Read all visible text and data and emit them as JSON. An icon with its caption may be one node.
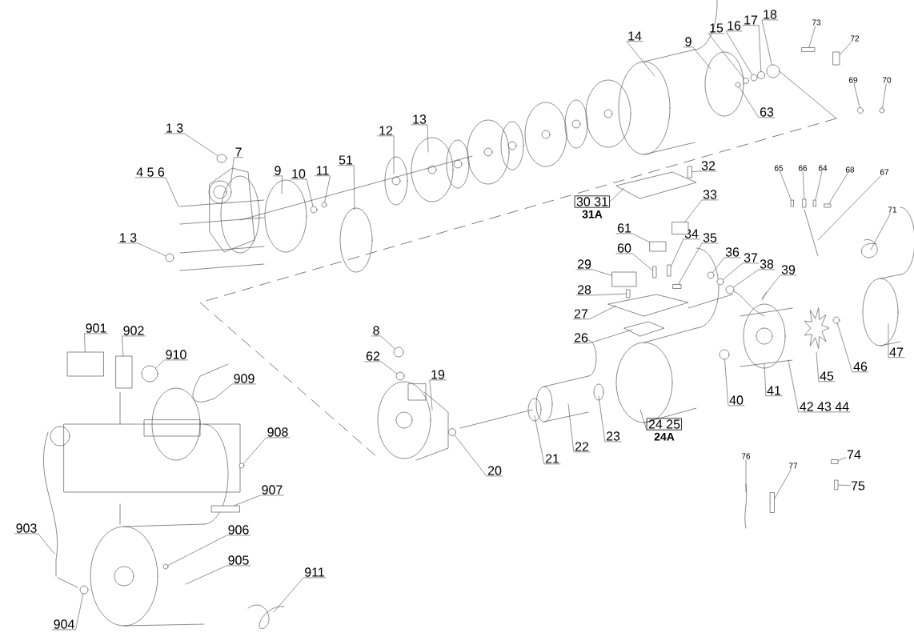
{
  "diagram": {
    "nodes": [
      {
        "text": [
          "1 3"
        ]
      },
      {
        "text": [
          "7"
        ]
      },
      {
        "text": [
          "4 5 6"
        ]
      },
      {
        "text": [
          "9"
        ]
      },
      {
        "text": [
          "10"
        ]
      },
      {
        "text": [
          "11"
        ]
      },
      {
        "text": [
          "51"
        ]
      },
      {
        "text": [
          "12"
        ]
      },
      {
        "text": [
          "13"
        ]
      },
      {
        "text": [
          "1 3"
        ]
      },
      {
        "text": [
          "14"
        ]
      },
      {
        "text": [
          "9"
        ]
      },
      {
        "text": [
          "15"
        ]
      },
      {
        "text": [
          "16"
        ]
      },
      {
        "text": [
          "17"
        ]
      },
      {
        "text": [
          "18"
        ]
      },
      {
        "text": [
          "63"
        ]
      },
      {
        "text": [
          "73"
        ]
      },
      {
        "text": [
          "72"
        ]
      },
      {
        "text": [
          "69"
        ]
      },
      {
        "text": [
          "70"
        ]
      },
      {
        "text": [
          "30 31",
          "31A"
        ]
      },
      {
        "text": [
          "32"
        ]
      },
      {
        "text": [
          "33"
        ]
      },
      {
        "text": [
          "65"
        ]
      },
      {
        "text": [
          "66"
        ]
      },
      {
        "text": [
          "64"
        ]
      },
      {
        "text": [
          "68"
        ]
      },
      {
        "text": [
          "67"
        ]
      },
      {
        "text": [
          "71"
        ]
      },
      {
        "text": [
          "61"
        ]
      },
      {
        "text": [
          "34"
        ]
      },
      {
        "text": [
          "35"
        ]
      },
      {
        "text": [
          "60"
        ]
      },
      {
        "text": [
          "29"
        ]
      },
      {
        "text": [
          "36"
        ]
      },
      {
        "text": [
          "37"
        ]
      },
      {
        "text": [
          "38"
        ]
      },
      {
        "text": [
          "39"
        ]
      },
      {
        "text": [
          "28"
        ]
      },
      {
        "text": [
          "27"
        ]
      },
      {
        "text": [
          "26"
        ]
      },
      {
        "text": [
          "8"
        ]
      },
      {
        "text": [
          "62"
        ]
      },
      {
        "text": [
          "19"
        ]
      },
      {
        "text": [
          "901"
        ]
      },
      {
        "text": [
          "902"
        ]
      },
      {
        "text": [
          "910"
        ]
      },
      {
        "text": [
          "909"
        ]
      },
      {
        "text": [
          "40"
        ]
      },
      {
        "text": [
          "41"
        ]
      },
      {
        "text": [
          "45"
        ]
      },
      {
        "text": [
          "46"
        ]
      },
      {
        "text": [
          "47"
        ]
      },
      {
        "text": [
          "42 43 44"
        ]
      },
      {
        "text": [
          "24 25",
          "24A"
        ]
      },
      {
        "text": [
          "20"
        ]
      },
      {
        "text": [
          "21"
        ]
      },
      {
        "text": [
          "22"
        ]
      },
      {
        "text": [
          "23"
        ]
      },
      {
        "text": [
          "908"
        ]
      },
      {
        "text": [
          "907"
        ]
      },
      {
        "text": [
          "74"
        ]
      },
      {
        "text": [
          "75"
        ]
      },
      {
        "text": [
          "76"
        ]
      },
      {
        "text": [
          "77"
        ]
      },
      {
        "text": [
          "903"
        ]
      },
      {
        "text": [
          "906"
        ]
      },
      {
        "text": [
          "905"
        ]
      },
      {
        "text": [
          "911"
        ]
      },
      {
        "text": [
          "904"
        ]
      },
      {
        "text": [],
        "shape": "circle"
      },
      {
        "text": [],
        "shape": "circle"
      },
      {
        "text": [],
        "shape": "circle"
      },
      {
        "text": [],
        "shape": "circle"
      },
      {
        "text": [],
        "shape": "circle"
      },
      {
        "text": [],
        "shape": "circle"
      },
      {
        "text": [],
        "shape": "circle"
      },
      {
        "text": [],
        "shape": "circle"
      },
      {
        "text": [],
        "shape": "circle"
      },
      {
        "text": [],
        "shape": "box"
      },
      {
        "text": [],
        "shape": "box"
      },
      {
        "text": [],
        "shape": "circle"
      },
      {
        "text": [],
        "shape": "circle"
      },
      {
        "text": [],
        "shape": "box"
      },
      {
        "text": [],
        "shape": "box"
      },
      {
        "text": [],
        "shape": "box"
      },
      {
        "text": [],
        "shape": "box"
      },
      {
        "text": [],
        "shape": "box"
      },
      {
        "text": [],
        "shape": "box"
      },
      {
        "text": [],
        "shape": "box"
      },
      {
        "text": [],
        "shape": "box"
      },
      {
        "text": [],
        "shape": "box"
      },
      {
        "text": [],
        "shape": "box"
      },
      {
        "text": [],
        "shape": "box"
      },
      {
        "text": [],
        "shape": "circle"
      },
      {
        "text": [],
        "shape": "circle"
      },
      {
        "text": [],
        "shape": "circle"
      },
      {
        "text": [],
        "shape": "box"
      },
      {
        "text": [],
        "shape": "circle"
      },
      {
        "text": [],
        "shape": "circle"
      },
      {
        "text": [],
        "shape": "box"
      },
      {
        "text": [],
        "shape": "box"
      },
      {
        "text": [],
        "shape": "circle"
      },
      {
        "text": [],
        "shape": "circle"
      },
      {
        "text": [],
        "shape": "circle"
      },
      {
        "text": [],
        "shape": "circle"
      },
      {
        "text": [],
        "shape": "circle"
      },
      {
        "text": [],
        "shape": "box"
      },
      {
        "text": [],
        "shape": "box"
      },
      {
        "text": [],
        "shape": "box"
      },
      {
        "text": [],
        "shape": "box"
      },
      {
        "text": [],
        "shape": "circle"
      },
      {
        "text": [],
        "shape": "circle"
      }
    ],
    "edges": [
      {
        "from": 0,
        "to": 71,
        "arrow": "none"
      },
      {
        "from": 1,
        "to": null,
        "arrow": "none"
      },
      {
        "from": 2,
        "to": null,
        "arrow": "none"
      },
      {
        "from": 3,
        "to": null,
        "arrow": "none"
      },
      {
        "from": 4,
        "to": 72,
        "arrow": "none"
      },
      {
        "from": 5,
        "to": 73,
        "arrow": "none"
      },
      {
        "from": 6,
        "to": null,
        "arrow": "none"
      },
      {
        "from": 7,
        "to": null,
        "arrow": "none"
      },
      {
        "from": 8,
        "to": null,
        "arrow": "none"
      },
      {
        "from": 9,
        "to": 74,
        "arrow": "none"
      },
      {
        "from": 10,
        "to": null,
        "arrow": "none"
      },
      {
        "from": 11,
        "to": null,
        "arrow": "none"
      },
      {
        "from": 12,
        "to": 75,
        "arrow": "none"
      },
      {
        "from": 13,
        "to": 76,
        "arrow": "none"
      },
      {
        "from": 14,
        "to": 77,
        "arrow": "none"
      },
      {
        "from": 15,
        "to": 78,
        "arrow": "none"
      },
      {
        "from": 16,
        "to": 79,
        "arrow": "none"
      },
      {
        "from": 17,
        "to": 80,
        "arrow": "none"
      },
      {
        "from": 18,
        "to": 81,
        "arrow": "none"
      },
      {
        "from": 19,
        "to": 82,
        "arrow": "none"
      },
      {
        "from": 20,
        "to": 83,
        "arrow": "none"
      },
      {
        "from": 21,
        "to": null,
        "arrow": "none"
      },
      {
        "from": 22,
        "to": 84,
        "arrow": "none"
      },
      {
        "from": 23,
        "to": 85,
        "arrow": "none"
      },
      {
        "from": 24,
        "to": 86,
        "arrow": "none"
      },
      {
        "from": 25,
        "to": 87,
        "arrow": "none"
      },
      {
        "from": 26,
        "to": 88,
        "arrow": "none"
      },
      {
        "from": 27,
        "to": 89,
        "arrow": "none"
      },
      {
        "from": 28,
        "to": null,
        "arrow": "none"
      },
      {
        "from": 29,
        "to": null,
        "arrow": "none"
      },
      {
        "from": 30,
        "to": 90,
        "arrow": "none"
      },
      {
        "from": 31,
        "to": 91,
        "arrow": "none"
      },
      {
        "from": 32,
        "to": 92,
        "arrow": "none"
      },
      {
        "from": 33,
        "to": 93,
        "arrow": "none"
      },
      {
        "from": 34,
        "to": 94,
        "arrow": "none"
      },
      {
        "from": 35,
        "to": 95,
        "arrow": "none"
      },
      {
        "from": 36,
        "to": 96,
        "arrow": "none"
      },
      {
        "from": 37,
        "to": 97,
        "arrow": "none"
      },
      {
        "from": 38,
        "to": null,
        "arrow": "none"
      },
      {
        "from": 39,
        "to": 98,
        "arrow": "none"
      },
      {
        "from": 40,
        "to": null,
        "arrow": "none"
      },
      {
        "from": 41,
        "to": null,
        "arrow": "none"
      },
      {
        "from": 42,
        "to": 99,
        "arrow": "none"
      },
      {
        "from": 43,
        "to": 100,
        "arrow": "none"
      },
      {
        "from": 44,
        "to": null,
        "arrow": "none"
      },
      {
        "from": 45,
        "to": 101,
        "arrow": "none"
      },
      {
        "from": 46,
        "to": 102,
        "arrow": "none"
      },
      {
        "from": 47,
        "to": 103,
        "arrow": "none"
      },
      {
        "from": 48,
        "to": null,
        "arrow": "none"
      },
      {
        "from": 49,
        "to": 104,
        "arrow": "none"
      },
      {
        "from": 50,
        "to": null,
        "arrow": "none"
      },
      {
        "from": 51,
        "to": null,
        "arrow": "none"
      },
      {
        "from": 52,
        "to": 105,
        "arrow": "none"
      },
      {
        "from": 53,
        "to": null,
        "arrow": "none"
      },
      {
        "from": 54,
        "to": null,
        "arrow": "none"
      },
      {
        "from": 55,
        "to": null,
        "arrow": "none"
      },
      {
        "from": 56,
        "to": 106,
        "arrow": "none"
      },
      {
        "from": 57,
        "to": null,
        "arrow": "none"
      },
      {
        "from": 58,
        "to": null,
        "arrow": "none"
      },
      {
        "from": 59,
        "to": null,
        "arrow": "none"
      },
      {
        "from": 60,
        "to": 107,
        "arrow": "none"
      },
      {
        "from": 61,
        "to": 108,
        "arrow": "none"
      },
      {
        "from": 62,
        "to": 109,
        "arrow": "none"
      },
      {
        "from": 63,
        "to": 110,
        "arrow": "none"
      },
      {
        "from": 64,
        "to": null,
        "arrow": "none"
      },
      {
        "from": 65,
        "to": 111,
        "arrow": "none"
      },
      {
        "from": 66,
        "to": null,
        "arrow": "none"
      },
      {
        "from": 67,
        "to": 112,
        "arrow": "none"
      },
      {
        "from": 68,
        "to": null,
        "arrow": "none"
      },
      {
        "from": 69,
        "to": null,
        "arrow": "none"
      },
      {
        "from": 70,
        "to": 113,
        "arrow": "none"
      }
    ]
  }
}
